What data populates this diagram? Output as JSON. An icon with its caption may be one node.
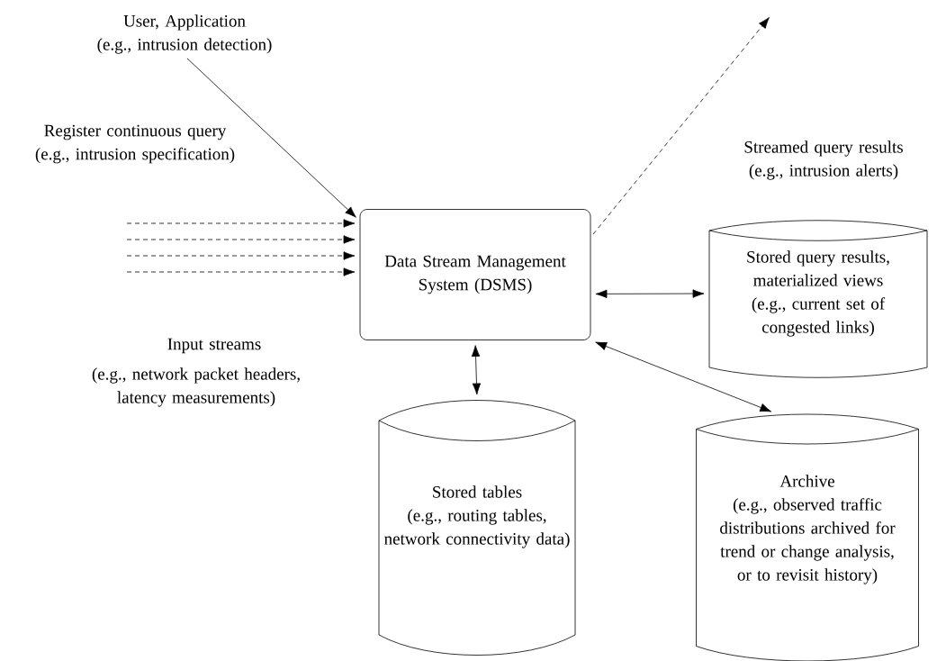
{
  "diagram": {
    "nodes": [
      {
        "text": [
          "User, Application",
          "(e.g., intrusion detection)"
        ]
      },
      {
        "text": [
          "Data Stream Management System (DSMS)"
        ]
      },
      {
        "text": [
          "Stored query results, materialized views",
          "(e.g., current set of congested links)"
        ]
      },
      {
        "text": [
          "Stored tables",
          "(e.g., routing tables, network connectivity data)"
        ]
      },
      {
        "text": [
          "Archive",
          "(e.g., observed traffic distributions archived for trend or change analysis, or to revisit history)"
        ]
      }
    ],
    "edges": [
      {
        "from": 0,
        "to": 1,
        "arrow": "to",
        "label": "Register continuous query (e.g., intrusion specification)"
      },
      {
        "from": null,
        "to": 1,
        "arrow": "to",
        "style": "dashed"
      },
      {
        "from": null,
        "to": 1,
        "arrow": "to",
        "style": "dashed"
      },
      {
        "from": null,
        "to": 1,
        "arrow": "to",
        "style": "dashed"
      },
      {
        "from": null,
        "to": 1,
        "arrow": "to",
        "style": "dashed"
      },
      {
        "from": 1,
        "to": null,
        "arrow": "to",
        "style": "dashed",
        "label": "Streamed query results (e.g., intrusion alerts)"
      },
      {
        "from": 1,
        "to": 2,
        "arrow": "both"
      },
      {
        "from": 1,
        "to": 3,
        "arrow": "both"
      },
      {
        "from": 1,
        "to": 4,
        "arrow": "both"
      }
    ],
    "labels": [
      "Input streams",
      "(e.g., network packet headers, latency measurements)"
    ]
  }
}
